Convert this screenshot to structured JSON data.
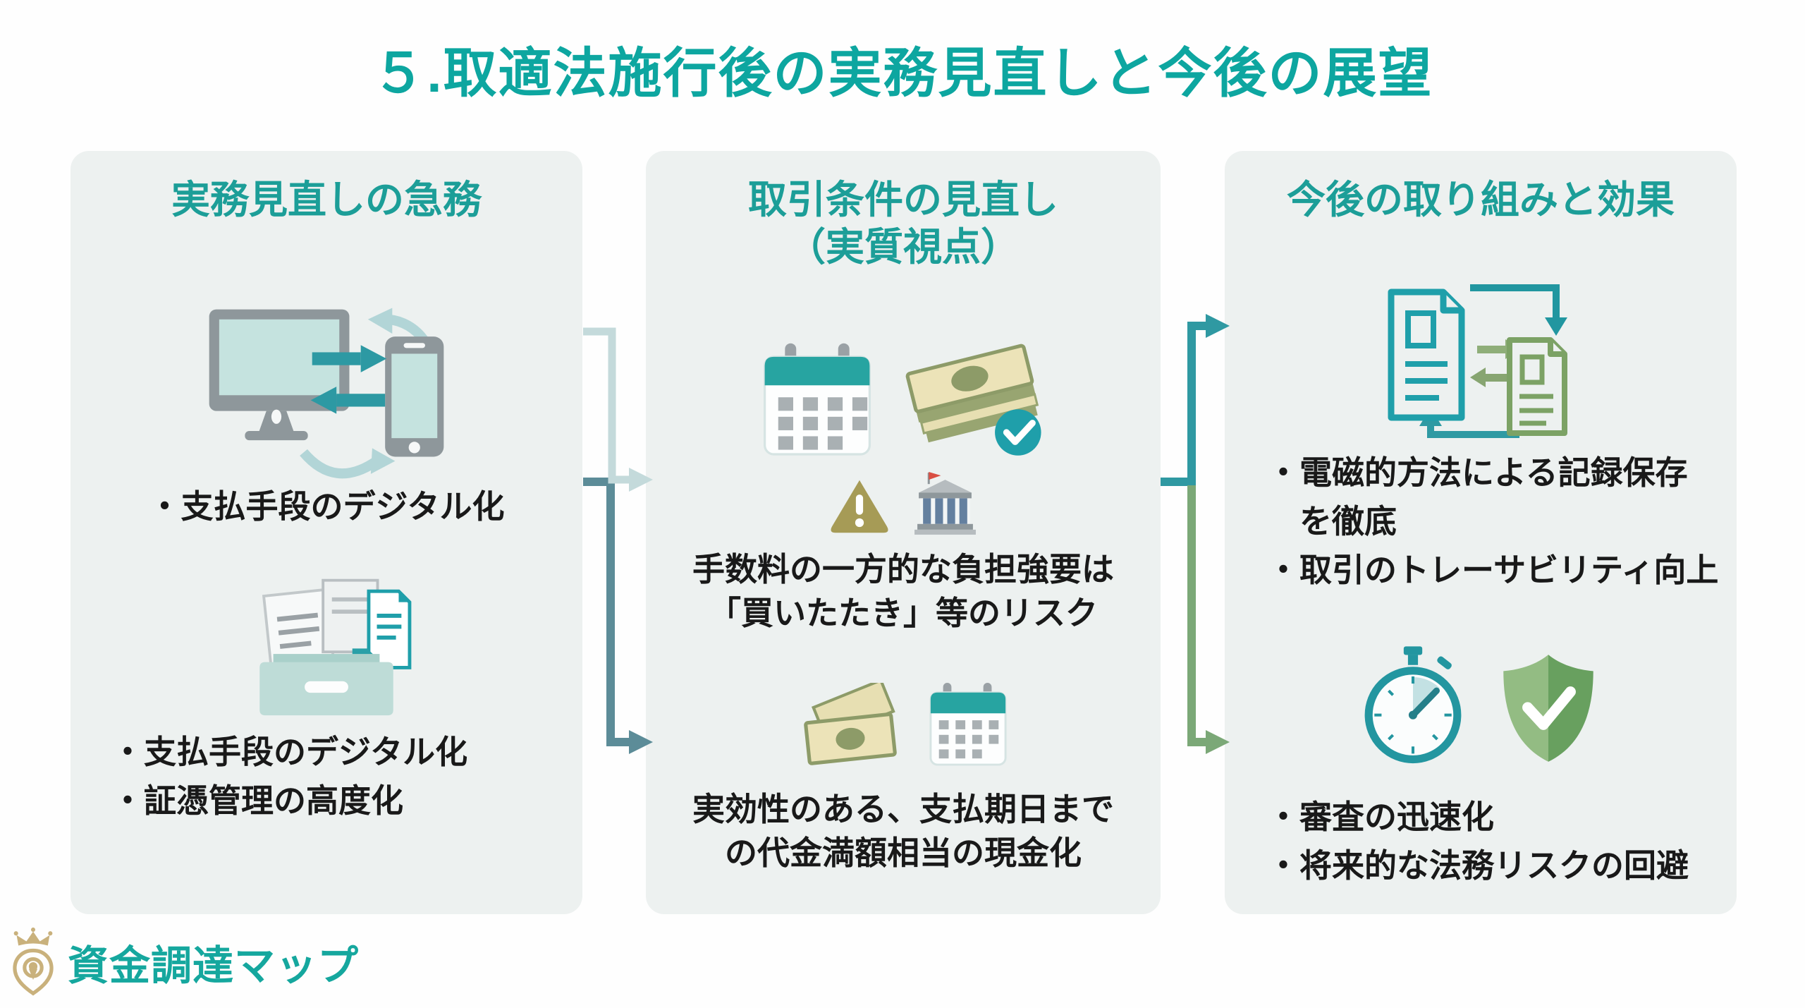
{
  "title": "５.取適法施行後の実務見直しと今後の展望",
  "brand": "資金調達マップ",
  "colors": {
    "teal_title": "#0da6a0",
    "teal_card_title": "#1c9e98",
    "card_bg": "#edf1f0",
    "text": "#191919",
    "arrow_light": "#c4dadb",
    "arrow_dark": "#5c8c98",
    "arrow_teal": "#2f99a2",
    "arrow_green": "#7ba877",
    "gold": "#c9b17c"
  },
  "cards": [
    {
      "title": "実務見直しの急務",
      "bullet_mid": "・支払手段のデジタル化",
      "bullets_bottom": [
        "・支払手段のデジタル化",
        "・証憑管理の高度化"
      ],
      "icons": [
        "monitor-phone-sync-icon",
        "document-tray-icon"
      ]
    },
    {
      "title_line1": "取引条件の見直し",
      "title_line2": "（実質視点）",
      "risk_line1": "手数料の一方的な負担強要は",
      "risk_line2": "「買いたたき」等のリスク",
      "cash_line1": "実効性のある、支払期日まで",
      "cash_line2": "の代金満額相当の現金化",
      "icons": [
        "calendar-icon",
        "money-stack-check-icon",
        "warning-icon",
        "bank-icon",
        "money-bills-icon",
        "calendar-small-icon"
      ]
    },
    {
      "title": "今後の取り組みと効果",
      "bullet_top_line1": "・電磁的方法による記録保存",
      "bullet_top_line2": "を徹底",
      "bullet_top_line3": "・取引のトレーサビリティ向上",
      "bullets_bottom": [
        "・審査の迅速化",
        "・将来的な法務リスクの回避"
      ],
      "icons": [
        "document-exchange-icon",
        "stopwatch-icon",
        "shield-check-icon"
      ]
    }
  ]
}
